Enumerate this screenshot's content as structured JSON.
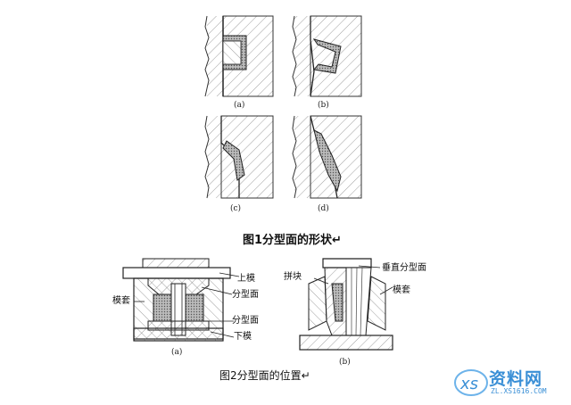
{
  "figure1": {
    "panel_labels": [
      "(a)",
      "(b)",
      "(c)",
      "(d)"
    ],
    "caption": "图1分型面的形状↵"
  },
  "figure2": {
    "left_labels": {
      "top_mold": "上模",
      "parting_upper": "分型面",
      "mold_sleeve": "模套",
      "parting_lower": "分型面",
      "bottom_mold": "下模"
    },
    "right_labels": {
      "insert_block": "拼块",
      "vertical_parting": "垂直分型面",
      "mold_sleeve": "模套"
    },
    "panel_labels": [
      "(a)",
      "(b)"
    ],
    "caption": "图2分型面的位置↵"
  },
  "watermark": {
    "text": "资料网",
    "url": "ZL.XS1616.COM"
  }
}
